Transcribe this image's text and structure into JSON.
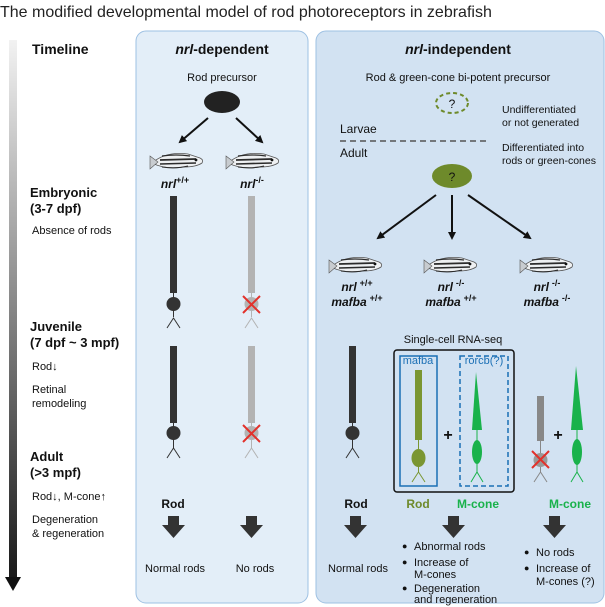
{
  "title": "The modified developmental model of rod photoreceptors in zebrafish",
  "timeline": {
    "heading": "Timeline",
    "stages": [
      {
        "name_line1": "Embryonic",
        "name_line2": "(3-7 dpf)",
        "notes": [
          "Absence of rods"
        ]
      },
      {
        "name_line1": "Juvenile",
        "name_line2": "(7 dpf ~ 3 mpf)",
        "notes": [
          "Rod↓",
          "Retinal",
          "remodeling"
        ]
      },
      {
        "name_line1": "Adult",
        "name_line2": "(>3 mpf)",
        "notes": [
          "Rod↓, M-cone↑",
          "Degeneration",
          "& regeneration"
        ]
      }
    ]
  },
  "nrl_dependent": {
    "header_italic": "nrl",
    "header_rest": "-dependent",
    "precursor_label": "Rod precursor",
    "fish": [
      {
        "gene": "nrl",
        "sup": "+/+"
      },
      {
        "gene": "nrl",
        "sup": "-/-"
      }
    ],
    "cell_label_rod": "Rod",
    "outcomes": [
      "Normal rods",
      "No rods"
    ]
  },
  "nrl_independent": {
    "header_italic": "nrl",
    "header_rest": "-independent",
    "precursor_label": "Rod & green-cone bi-potent precursor",
    "question_mark": "?",
    "larvae_label": "Larvae",
    "adult_label": "Adult",
    "larvae_note": [
      "Undifferentiated",
      "or not generated"
    ],
    "adult_note": [
      "Differentiated into",
      "rods or green-cones"
    ],
    "fish": [
      {
        "gene1": "nrl",
        "sup1": "+/+",
        "gene2": "mafba",
        "sup2": "+/+"
      },
      {
        "gene1": "nrl",
        "sup1": "-/-",
        "gene2": "mafba",
        "sup2": "+/+"
      },
      {
        "gene1": "nrl",
        "sup1": "-/-",
        "gene2": "mafba",
        "sup2": "-/-"
      }
    ],
    "scrna_label": "Single-cell RNA-seq",
    "mafba_label": "mafba",
    "rorcb_label": "rorcb(?)",
    "plus": "+",
    "labels": {
      "rod": "Rod",
      "mcone": "M-cone"
    },
    "outcome_normal": "Normal rods",
    "outcome_middle": [
      "Abnormal rods",
      "Increase of",
      "M-cones",
      "Degeneration",
      "and regeneration"
    ],
    "outcome_right": [
      "No rods",
      "Increase of",
      "M-cones (?)"
    ],
    "bullet": "●"
  },
  "colors": {
    "panel_dependent": "#e3eef8",
    "panel_independent": "#d2e2f2",
    "rod_dark": "#333333",
    "rod_light": "#b3b3b3",
    "precursor_green": "#6e8a2b",
    "rod_green": "#7a9632",
    "cone_green": "#19b24b",
    "mafba_blue": "#1a6fb5",
    "cross_red": "#e2312b"
  }
}
